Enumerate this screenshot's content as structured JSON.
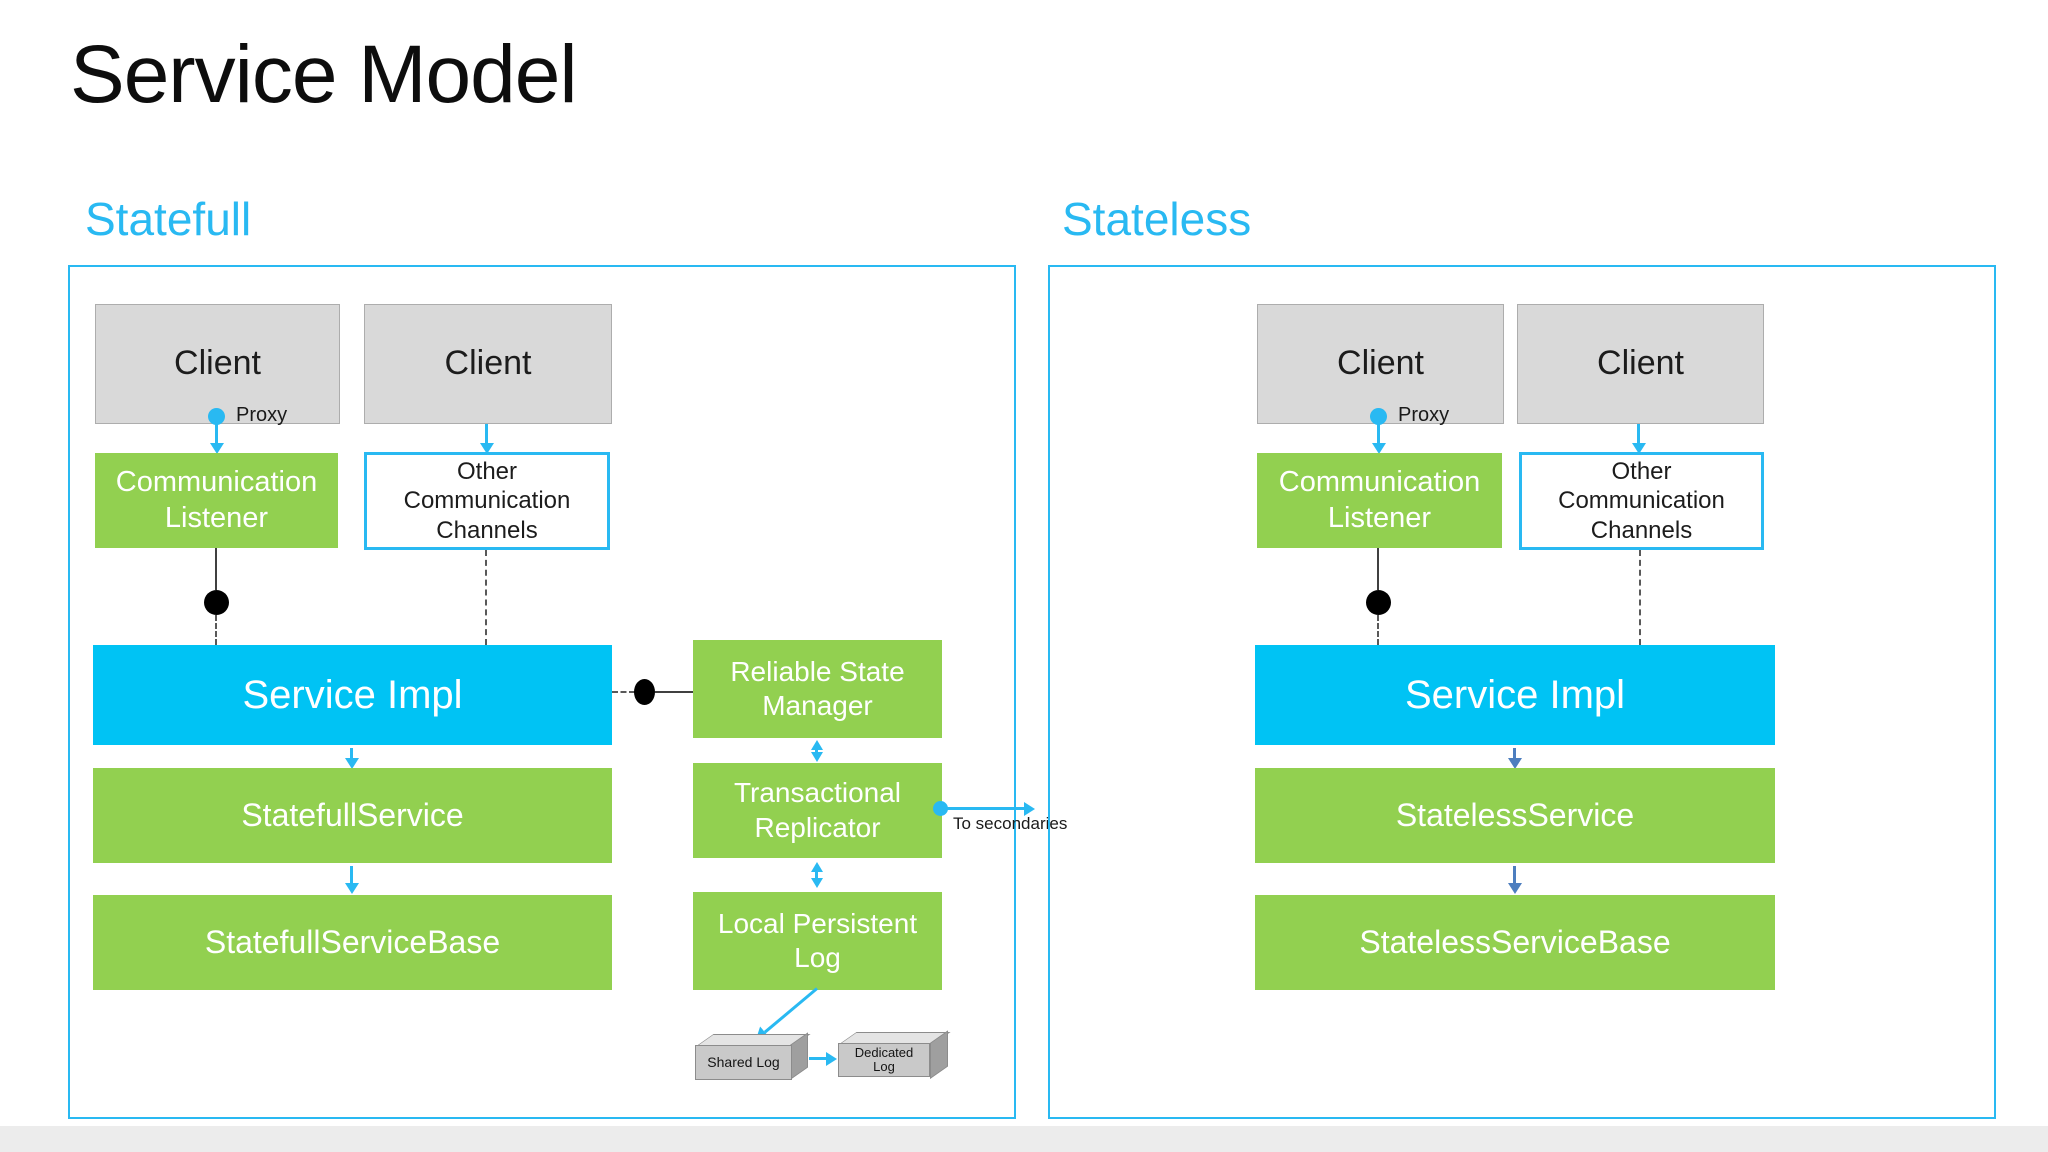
{
  "title": "Service Model",
  "colors": {
    "accent_cyan": "#29b9f2",
    "service_impl_fill": "#00c3f4",
    "green_fill": "#92d050",
    "client_gray": "#d9d9d9",
    "stateless_arrow_blue": "#4d7ebf",
    "connector_black": "#000000"
  },
  "statefull": {
    "label": "Statefull",
    "clients": [
      "Client",
      "Client"
    ],
    "proxy_label": "Proxy",
    "communication_listener": "Communication Listener",
    "other_channels": "Other Communication Channels",
    "service_impl": "Service Impl",
    "service": "StatefullService",
    "service_base": "StatefullServiceBase",
    "reliable_state_manager": "Reliable State Manager",
    "transactional_replicator": "Transactional Replicator",
    "to_secondaries": "To secondaries",
    "local_persistent_log": "Local Persistent Log",
    "shared_log": "Shared Log",
    "dedicated_log": "Dedicated Log"
  },
  "stateless": {
    "label": "Stateless",
    "clients": [
      "Client",
      "Client"
    ],
    "proxy_label": "Proxy",
    "communication_listener": "Communication Listener",
    "other_channels": "Other Communication Channels",
    "service_impl": "Service Impl",
    "service": "StatelessService",
    "service_base": "StatelessServiceBase"
  }
}
